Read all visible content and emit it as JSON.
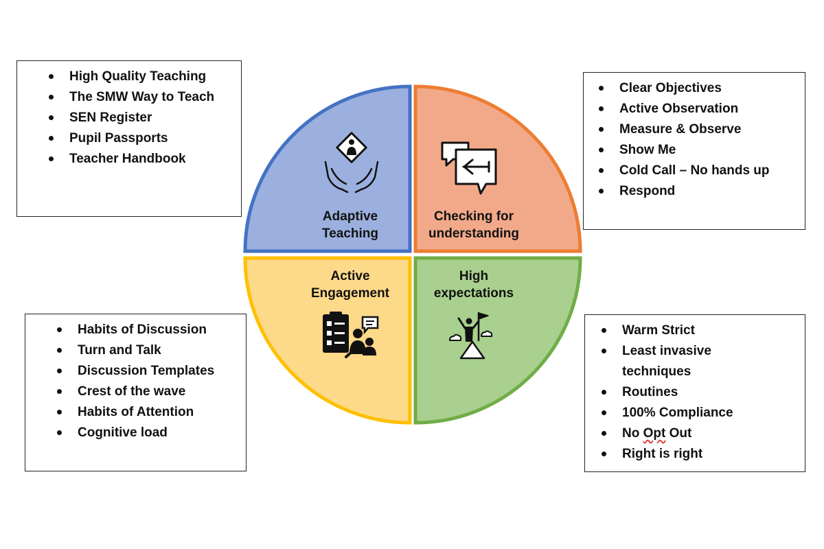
{
  "colors": {
    "adaptive_fill": "#9bb0de",
    "adaptive_border": "#4472c4",
    "checking_fill": "#f2a98a",
    "checking_border": "#ed7d31",
    "engagement_fill": "#fdd98a",
    "engagement_border": "#ffc000",
    "expectations_fill": "#a9d08e",
    "expectations_border": "#70ad47"
  },
  "quadrants": {
    "adaptive": {
      "line1": "Adaptive",
      "line2": "Teaching",
      "icon": "hands-holding-person-icon"
    },
    "checking": {
      "line1": "Checking for",
      "line2": "understanding",
      "icon": "speech-bubbles-arrow-icon"
    },
    "engagement": {
      "line1": "Active",
      "line2": "Engagement",
      "icon": "checklist-students-icon"
    },
    "expectations": {
      "line1": "High",
      "line2": "expectations",
      "icon": "mountain-summit-flag-icon"
    }
  },
  "boxes": {
    "adaptive": [
      "High Quality Teaching",
      "The SMW Way to Teach",
      "SEN Register",
      "Pupil Passports",
      "Teacher Handbook"
    ],
    "checking": [
      "Clear Objectives",
      "Active Observation",
      "Measure & Observe",
      "Show Me",
      "Cold Call – No hands up",
      "Respond"
    ],
    "engagement": [
      "Habits of Discussion",
      "Turn and Talk",
      "Discussion Templates",
      "Crest of the wave",
      "Habits of Attention",
      "Cognitive load"
    ],
    "expectations": {
      "item1": "Warm Strict",
      "item2a": "Least invasive",
      "item2b": "techniques",
      "item3": "Routines",
      "item4": "100% Compliance",
      "item5a": "No",
      "item5b": "Opt",
      "item5c": "Out",
      "item6": "Right is right"
    }
  }
}
